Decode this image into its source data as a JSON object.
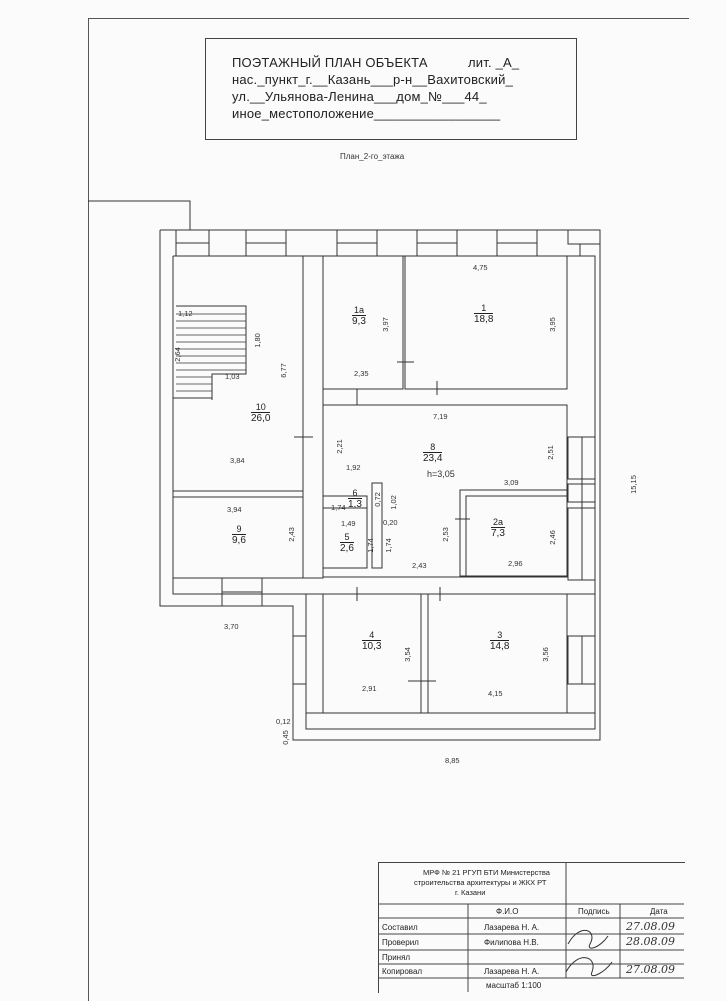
{
  "header": {
    "line1_title": "ПОЭТАЖНЫЙ ПЛАН ОБЪЕКТА",
    "line1_lit": "лит. _А_",
    "line2": "нас._пункт_г.__Казань___р-н__Вахитовский_",
    "line3": "ул.__Ульянова-Ленина___дом_№___44_",
    "line4": "иное_местоположение_________________"
  },
  "plan_title": "План_2-го_этажа",
  "rooms": [
    {
      "id": "10",
      "area": "26,0"
    },
    {
      "id": "1а",
      "area": "9,3"
    },
    {
      "id": "1",
      "area": "18,8"
    },
    {
      "id": "8",
      "area": "23,4"
    },
    {
      "id": "6",
      "area": "1,3"
    },
    {
      "id": "5",
      "area": "2,6"
    },
    {
      "id": "2а",
      "area": "7,3"
    },
    {
      "id": "9",
      "area": "9,6"
    },
    {
      "id": "4",
      "area": "10,3"
    },
    {
      "id": "3",
      "area": "14,8"
    }
  ],
  "ceiling_height": "h=3,05",
  "dimensions": {
    "d475": "4,75",
    "d112": "1,12",
    "d180": "1,80",
    "d264": "2,64",
    "d103": "1,03",
    "d677": "6,77",
    "d397": "3,97",
    "d395": "3,95",
    "d235": "2,35",
    "d719": "7,19",
    "d221": "2,21",
    "d251": "2,51",
    "d192": "1,92",
    "d309": "3,09",
    "d384": "3,84",
    "d1515": "15,15",
    "d394": "3,94",
    "d174a": "1,74",
    "d072": "0,72",
    "d102": "1,02",
    "d149": "1,49",
    "d020": "0,20",
    "d253": "2,53",
    "d246": "2,46",
    "d243a": "2,43",
    "d174b": "1,74",
    "d243b": "2,43",
    "d296": "2,96",
    "d370": "3,70",
    "d354": "3,54",
    "d356": "3,56",
    "d291": "2,91",
    "d415": "4,15",
    "d012": "0,12",
    "d045": "0,45",
    "d885": "8,85"
  },
  "stamp": {
    "org1": "МРФ № 21 РГУП БТИ Министерства",
    "org2": "строительства архитектуры и ЖКХ РТ",
    "org3": "г. Казани",
    "col_fio": "Ф.И.О",
    "col_sign": "Подпись",
    "col_date": "Дата",
    "rows": [
      {
        "role": "Составил",
        "name": "Лазарева Н. А.",
        "date": "27.08.09"
      },
      {
        "role": "Проверил",
        "name": "Филипова Н.В.",
        "date": "28.08.09"
      },
      {
        "role": "Принял",
        "name": "",
        "date": ""
      },
      {
        "role": "Копировал",
        "name": "Лазарева Н. А.",
        "date": "27.08.09"
      }
    ],
    "scale": "масштаб 1:100"
  },
  "colors": {
    "ink": "#222222",
    "paper": "#fbfbfb"
  }
}
